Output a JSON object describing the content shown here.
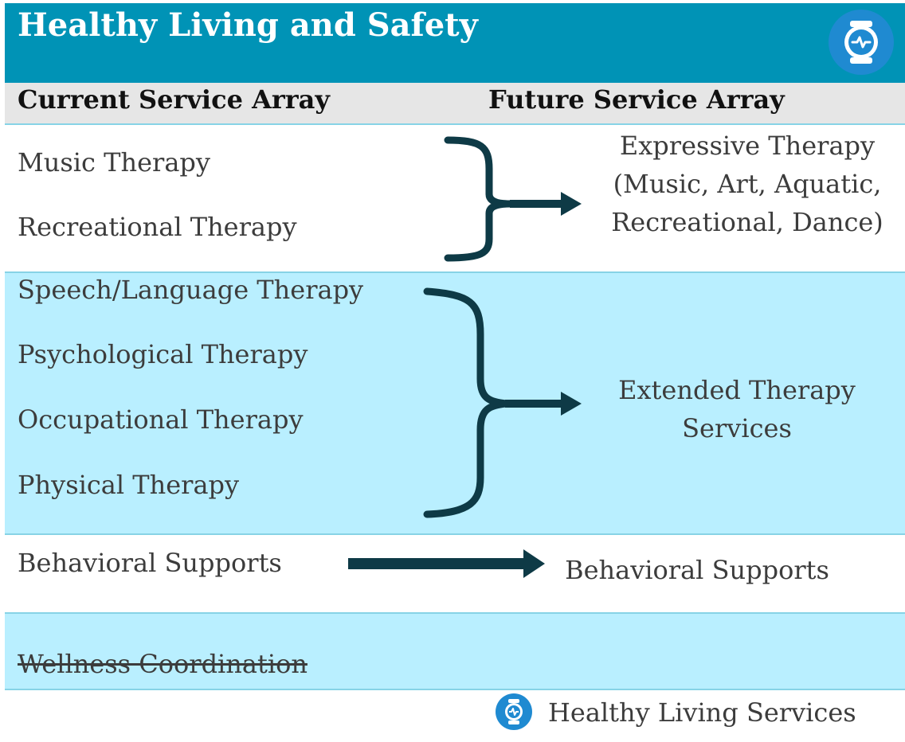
{
  "header": {
    "title": "Healthy Living and Safety",
    "logo_icon": "heart-monitor-icon"
  },
  "columns": {
    "current": "Current Service Array",
    "future": "Future Service Array"
  },
  "groups": [
    {
      "current": [
        "Music Therapy",
        "Recreational Therapy"
      ],
      "future": [
        "Expressive Therapy",
        "(Music, Art, Aquatic,",
        "Recreational, Dance)"
      ]
    },
    {
      "current": [
        "Speech/Language Therapy",
        "Psychological Therapy",
        "Occupational Therapy",
        "Physical Therapy"
      ],
      "future": [
        "Extended Therapy",
        "Services"
      ]
    },
    {
      "current": [
        "Behavioral Supports"
      ],
      "future": [
        "Behavioral Supports"
      ]
    },
    {
      "current": [
        "Wellness Coordination"
      ],
      "discontinued": true
    }
  ],
  "footer": {
    "label": "Healthy Living Services",
    "icon": "heart-monitor-icon"
  },
  "colors": {
    "title_bar": "#0093b6",
    "band_blue": "#b9efff",
    "bracket": "#0e3a46",
    "logo": "#1f8ad1"
  }
}
